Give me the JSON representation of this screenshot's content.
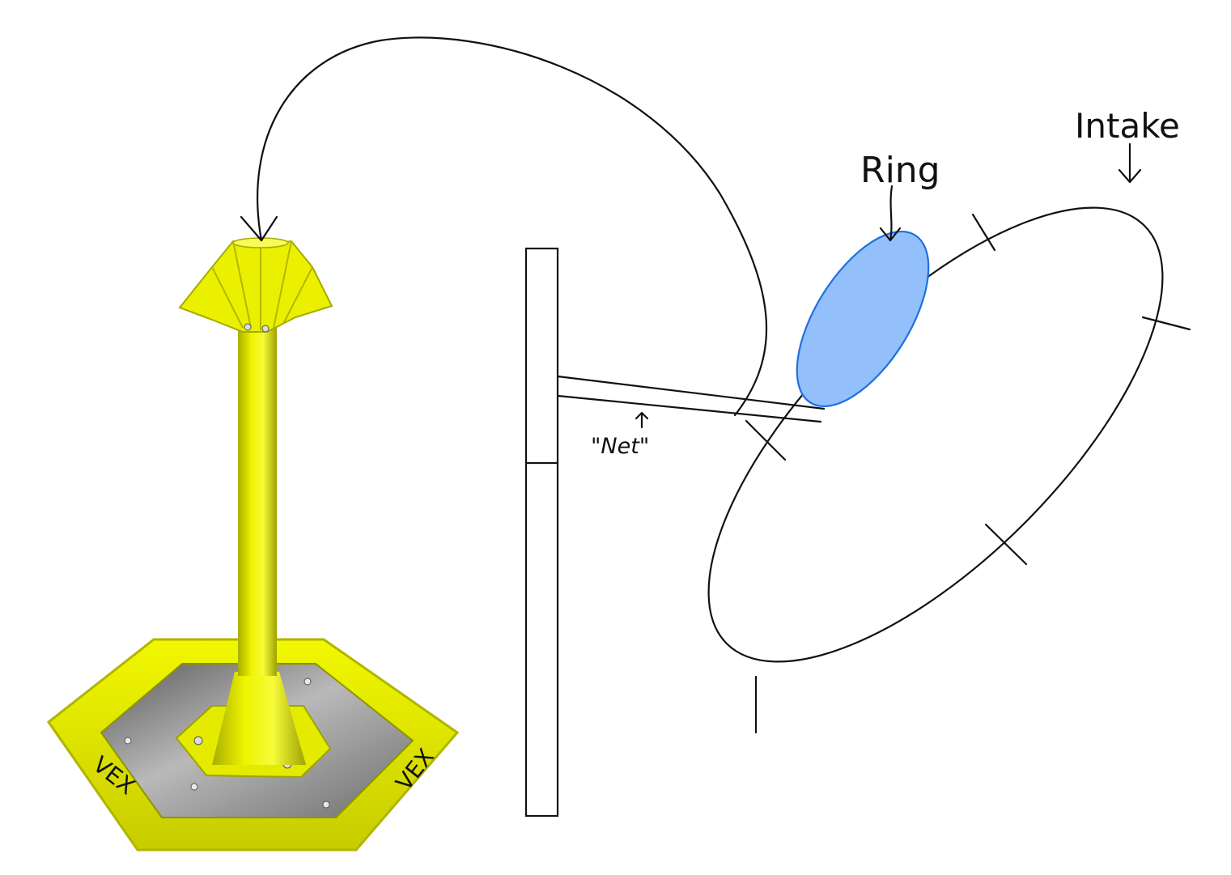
{
  "labels": {
    "intake": "Intake",
    "ring": "Ring",
    "net": "\"Net\"",
    "base_logo": "VEX"
  },
  "colors": {
    "background": "#ffffff",
    "ink": "#111111",
    "ring_fill": "#93c0fb",
    "ring_stroke": "#1f6fe0",
    "post_yellow": "#e8ee00",
    "post_yellow_dark": "#b8bd00",
    "base_plate": "#8a8a8a"
  }
}
